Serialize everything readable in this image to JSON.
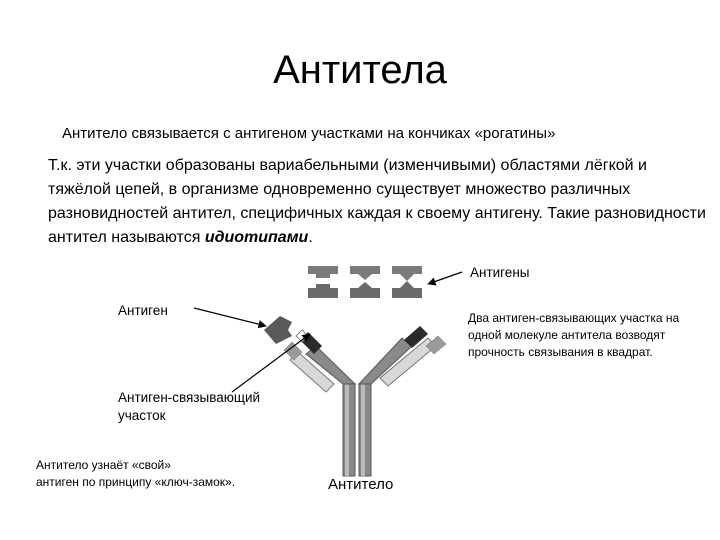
{
  "slide": {
    "title": "Антитела",
    "subtitle": "Антитело связывается с антигеном участками на кончиках «рогатины»",
    "paragraph": {
      "text": "Т.к. эти участки образованы вариабельными (изменчивыми) областями лёгкой и тяжёлой цепей, в организме одновременно существует множество различных разновидностей антител, специфичных каждая к своему антигену. Такие разновидности антител называются ",
      "term": "идиотипами",
      "end": "."
    }
  },
  "diagram": {
    "label_antigens": "Антигены",
    "label_antigen": "Антиген",
    "label_binding_site": "Антиген-связывающий участок",
    "label_antibody": "Антитело",
    "note_strength": "Два антиген-связывающих участка на одной молекуле антитела возводят прочность связывания в квадрат.",
    "note_key_line1": "Антитело узнаёт «свой»",
    "note_key_line2": "антиген по принципу «ключ-замок».",
    "colors": {
      "antigen_fill": "#7a7a7a",
      "antigen_dark": "#5a5a5a",
      "chain_dark": "#2a2a2a",
      "chain_light": "#d8d8d8",
      "chain_mid": "#9a9a9a",
      "arrow": "#000000"
    }
  }
}
